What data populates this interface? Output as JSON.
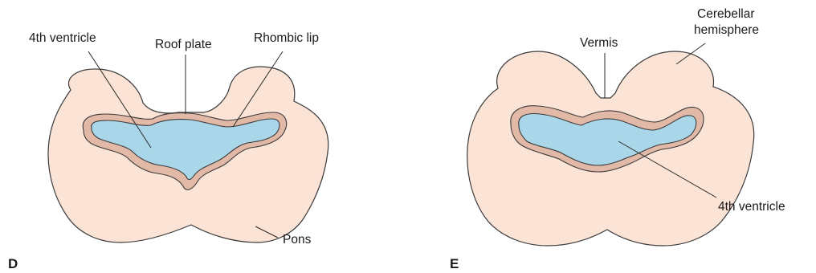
{
  "colors": {
    "tissue": "#fbe3d6",
    "lining": "#e2b9a7",
    "ventricle": "#a9d6e8",
    "outline": "#3a3a3a"
  },
  "panel_d": {
    "letter": "D",
    "labels": {
      "fourth_ventricle": "4th ventricle",
      "roof_plate": "Roof plate",
      "rhombic_lip": "Rhombic lip",
      "pons": "Pons"
    }
  },
  "panel_e": {
    "letter": "E",
    "labels": {
      "vermis": "Vermis",
      "cerebellar_hemisphere_line1": "Cerebellar",
      "cerebellar_hemisphere_line2": "hemisphere",
      "fourth_ventricle": "4th ventricle"
    }
  }
}
